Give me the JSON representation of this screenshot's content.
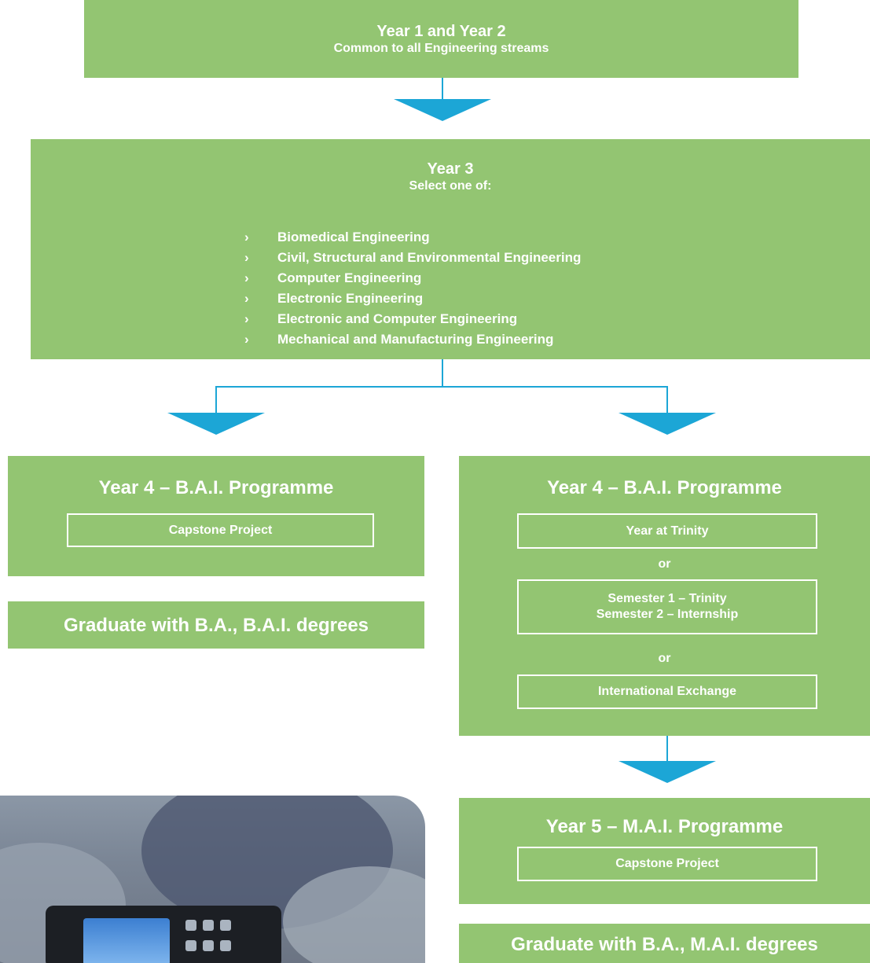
{
  "year12": {
    "title": "Year 1 and Year 2",
    "subtitle": "Common to all Engineering streams"
  },
  "year3": {
    "title": "Year 3",
    "subtitle": "Select one of:",
    "bullet": "›",
    "streams": [
      "Biomedical Engineering",
      "Civil, Structural and Environmental Engineering",
      "Computer Engineering",
      "Electronic Engineering",
      "Electronic and Computer Engineering",
      "Mechanical and Manufacturing Engineering"
    ]
  },
  "bai_left": {
    "title": "Year 4 – B.A.I. Programme",
    "item": "Capstone Project",
    "graduate": "Graduate with B.A., B.A.I. degrees"
  },
  "bai_right": {
    "title": "Year 4 – B.A.I. Programme",
    "option1": "Year at Trinity",
    "or1": "or",
    "option2_line1": "Semester 1 – Trinity",
    "option2_line2": "Semester 2 – Internship",
    "or2": "or",
    "option3": "International Exchange"
  },
  "mai": {
    "title": "Year 5 – M.A.I. Programme",
    "item": "Capstone Project",
    "graduate": "Graduate with B.A., M.A.I. degrees"
  },
  "colors": {
    "box_green": "#93c572",
    "connector_blue": "#1ca6d6",
    "text": "#ffffff"
  },
  "icons": {
    "arrow": "down-triangle",
    "bullet": "chevron-right"
  }
}
